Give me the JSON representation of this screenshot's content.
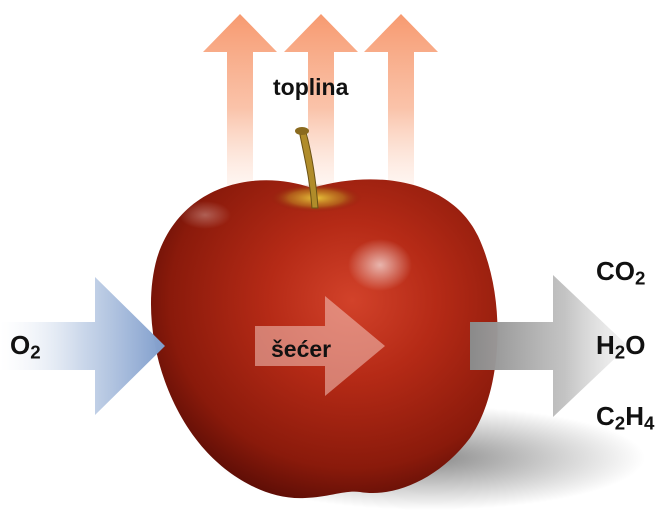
{
  "labels": {
    "heat": "toplina",
    "sugar": "šećer",
    "input": {
      "symbol": "O",
      "subscript": "2"
    },
    "outputs": [
      {
        "parts": [
          {
            "t": "CO"
          },
          {
            "t": "2",
            "sub": true
          }
        ]
      },
      {
        "parts": [
          {
            "t": "H"
          },
          {
            "t": "2",
            "sub": true
          },
          {
            "t": "O"
          }
        ]
      },
      {
        "parts": [
          {
            "t": "C"
          },
          {
            "t": "2",
            "sub": true
          },
          {
            "t": "H"
          },
          {
            "t": "4",
            "sub": true
          }
        ]
      }
    ]
  },
  "colors": {
    "heat_arrow": "#f7a47c",
    "input_arrow": "#8ea9d2",
    "output_arrow": "#b9b9b9",
    "apple_red": "#a3200f",
    "apple_dark": "#4e0904",
    "stem": "#b08c2a"
  }
}
